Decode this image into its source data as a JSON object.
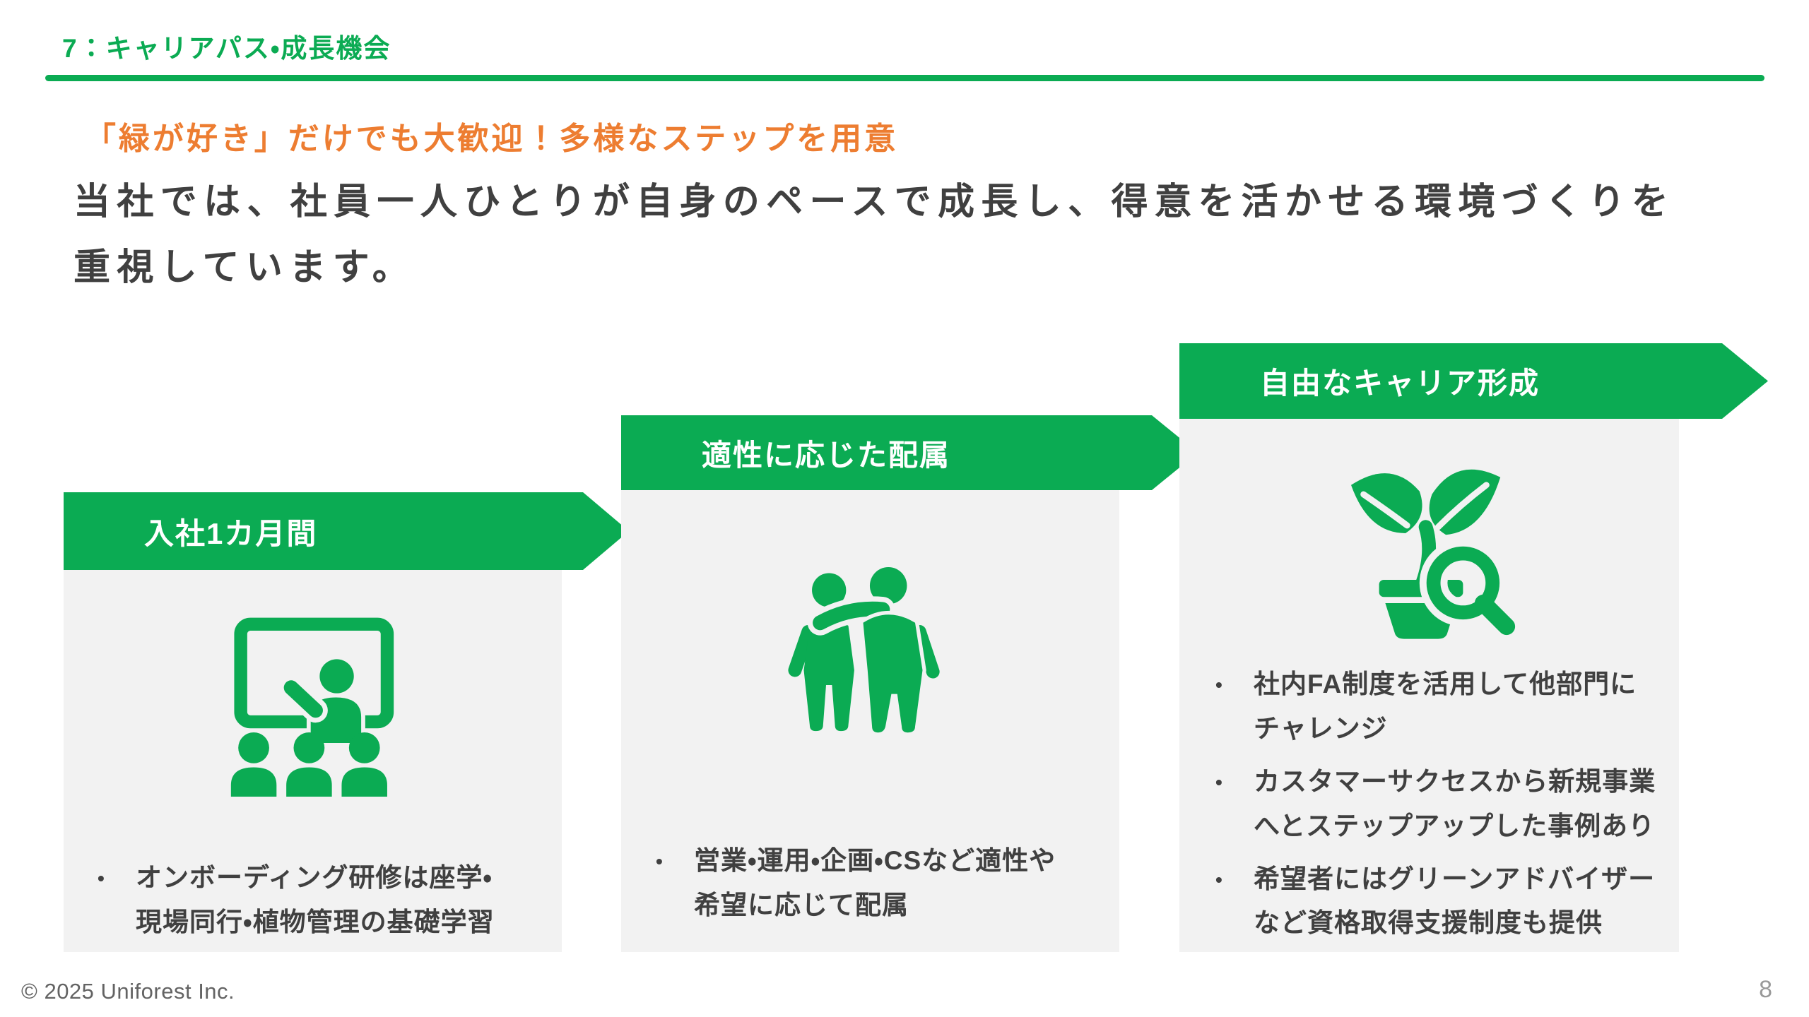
{
  "page": {
    "title": "7：キャリアパス・成長機会",
    "footer_copyright": "© 2025 Uniforest Inc.",
    "page_number": "8"
  },
  "intro": {
    "subtitle": "「緑が好き」だけでも大歓迎！多様なステップを用意",
    "body": "当社では、社員一人ひとりが自身のペースで成長し、得意を活かせる環境づくりを\n重視しています。"
  },
  "steps": [
    {
      "label": "入社1カ月間",
      "icon": "training-presentation-icon",
      "bullets": [
        "オンボーディング研修は座学・\n現場同行・植物管理の基礎学習"
      ]
    },
    {
      "label": "適性に応じた配属",
      "icon": "buddy-people-icon",
      "bullets": [
        "営業・運用・企画・CSなど適性や\n希望に応じて配属"
      ]
    },
    {
      "label": "自由なキャリア形成",
      "icon": "plant-search-icon",
      "bullets": [
        "社内FA制度を活用して他部門に\nチャレンジ",
        "カスタマーサクセスから新規事業\nへとステップアップした事例あり",
        "希望者にはグリーンアドバイザー\nなど資格取得支援制度も提供"
      ]
    }
  ],
  "colors": {
    "green": "#0BAB53",
    "orange": "#ED7D31",
    "panel_bg": "#F2F2F2",
    "text_dark": "#404040"
  }
}
